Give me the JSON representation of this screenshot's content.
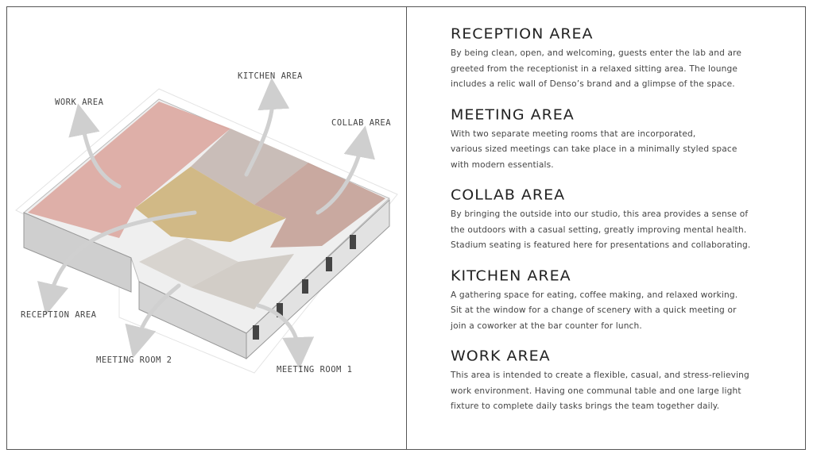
{
  "diagram": {
    "labels": {
      "kitchen": "KITCHEN AREA",
      "work": "WORK AREA",
      "collab": "COLLAB AREA",
      "reception": "RECEPTION AREA",
      "meeting2": "MEETING ROOM 2",
      "meeting1": "MEETING ROOM 1"
    },
    "colors": {
      "work": "#dba39b",
      "kitchen": "#c9bdb8",
      "reception": "#cdb27a",
      "collab": "#c4a197",
      "wall": "#cfcfcf"
    }
  },
  "sections": [
    {
      "title": "RECEPTION AREA",
      "lines": [
        "By being clean, open, and welcoming, guests enter the lab and are",
        "greeted from the receptionist in a relaxed sitting area. The lounge",
        "includes a relic wall of Denso’s brand and a glimpse of the space."
      ]
    },
    {
      "title": "MEETING AREA",
      "lines": [
        "With two separate meeting rooms that are incorporated,",
        "various sized meetings can take place in a minimally styled space",
        "with modern essentials."
      ]
    },
    {
      "title": "COLLAB AREA",
      "lines": [
        "By bringing the outside into our studio, this area provides a sense of",
        "the outdoors with a casual setting, greatly improving mental health.",
        "Stadium seating is featured here for presentations and collaborating."
      ]
    },
    {
      "title": "KITCHEN AREA",
      "lines": [
        "A gathering space for eating, coffee making, and relaxed working.",
        "Sit at the window for a change of scenery with a quick meeting or",
        "join a coworker at the bar counter for lunch."
      ]
    },
    {
      "title": "WORK AREA",
      "lines": [
        "This area is intended to create a flexible, casual, and stress-relieving",
        "work environment. Having one communal table and one large light",
        "fixture to complete daily tasks brings the team together daily."
      ]
    }
  ]
}
